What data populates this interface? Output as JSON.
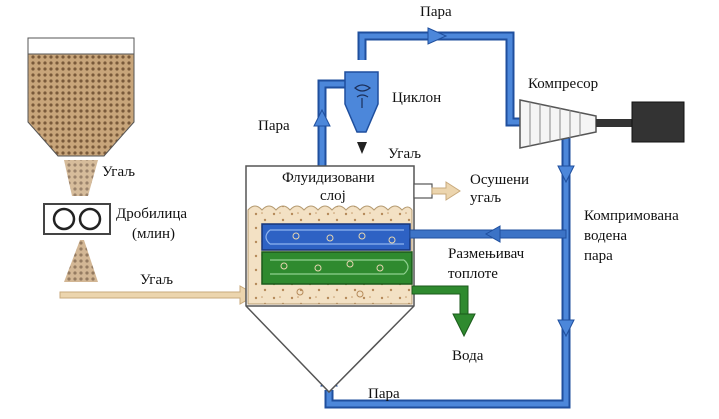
{
  "labels": {
    "steam_top": "Пара",
    "steam_left": "Пара",
    "steam_bottom": "Пара",
    "cyclone": "Циклон",
    "compressor": "Компресор",
    "coal_top": "Угаљ",
    "coal_cyclone": "Угаљ",
    "coal_feed": "Угаљ",
    "crusher_line1": "Дробилица",
    "crusher_line2": "(млин)",
    "bed_line1": "Флуидизовани",
    "bed_line2": "слој",
    "dried_line1": "Осушени",
    "dried_line2": "угаљ",
    "compressed_line1": "Компримована",
    "compressed_line2": "водена",
    "compressed_line3": "пара",
    "hx_line1": "Размењивач",
    "hx_line2": "топлоте",
    "water": "Вода"
  },
  "colors": {
    "steam_pipe": "#3c73c6",
    "steam_pipe_dark": "#1c3f8a",
    "water_pipe": "#2f8a2f",
    "coal_fill": "#b8946a",
    "bed_fill": "#f1dcbc",
    "coal_feed_arrow": "#e9d0a8",
    "motor": "#333333"
  }
}
